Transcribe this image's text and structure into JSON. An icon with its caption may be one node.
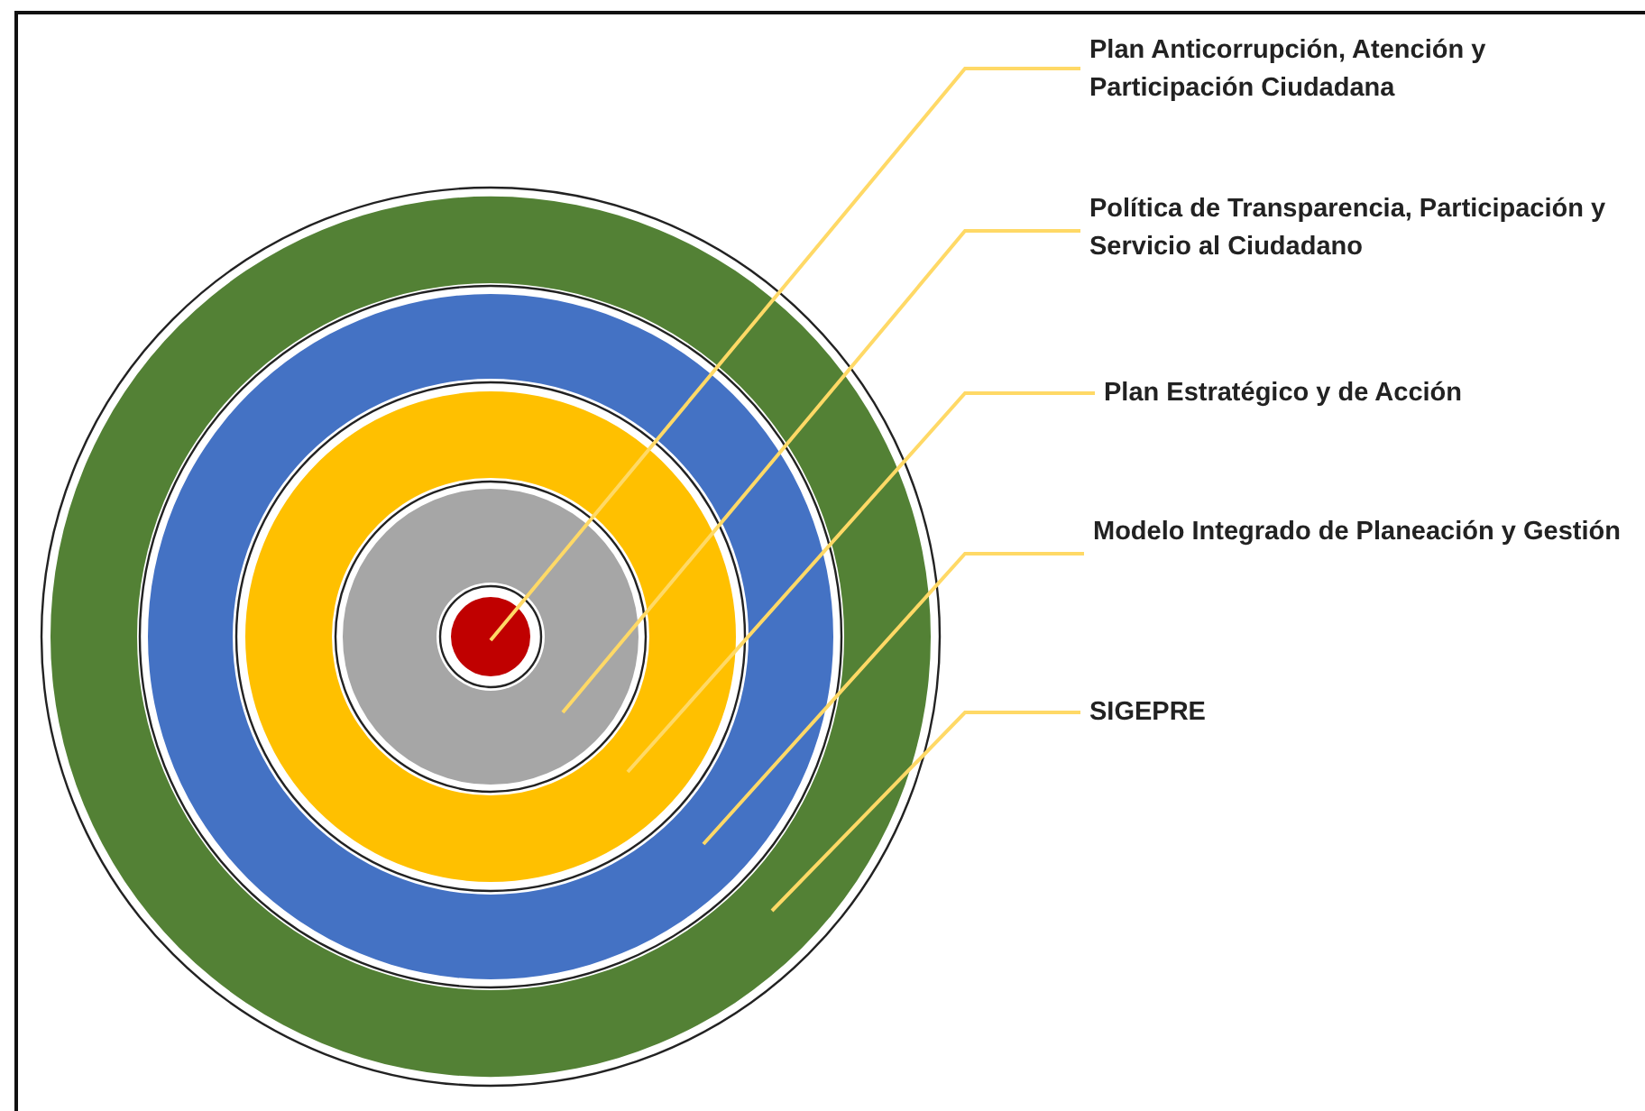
{
  "diagram": {
    "nodes": [
      {
        "text": [
          "Plan Anticorrupción, Atención y Participación Ciudadana"
        ]
      },
      {
        "text": [
          "Política de Transparencia, Participación y Servicio al Ciudadano"
        ]
      },
      {
        "text": [
          "Plan Estratégico y de Acción"
        ]
      },
      {
        "text": [
          "Modelo Integrado de Planeación y Gestión"
        ]
      },
      {
        "text": [
          "SIGEPRE"
        ]
      },
      {
        "text": [],
        "shape": "circle"
      },
      {
        "text": [],
        "shape": "circle",
        "in": 5
      },
      {
        "text": [],
        "shape": "circle",
        "in": 6
      },
      {
        "text": [],
        "shape": "circle",
        "in": 7
      },
      {
        "text": [],
        "shape": "circle",
        "in": 8
      }
    ],
    "edges": [
      {
        "from": 0,
        "to": 9,
        "arrow": "none"
      },
      {
        "from": 1,
        "to": 8,
        "arrow": "none"
      },
      {
        "from": 2,
        "to": 7,
        "arrow": "none"
      },
      {
        "from": 3,
        "to": 6,
        "arrow": "none"
      },
      {
        "from": 4,
        "to": 5,
        "arrow": "none"
      }
    ]
  }
}
